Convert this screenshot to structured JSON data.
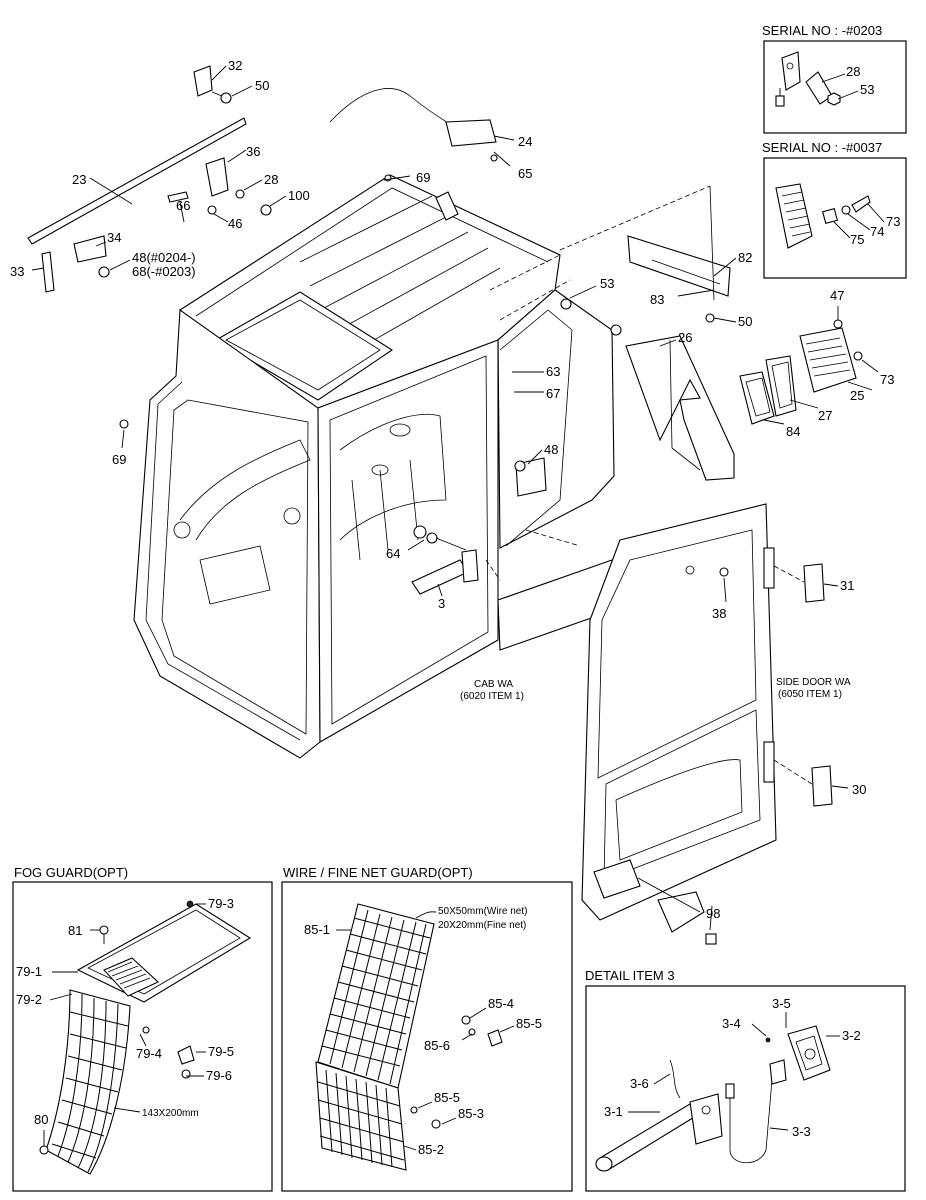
{
  "inset_serial_1": {
    "title": "SERIAL NO : -#0203",
    "parts": [
      "28",
      "53"
    ]
  },
  "inset_serial_2": {
    "title": "SERIAL NO : -#0037",
    "parts": [
      "73",
      "74",
      "75"
    ]
  },
  "main": {
    "parts": {
      "p32": "32",
      "p50a": "50",
      "p24": "24",
      "p65": "65",
      "p23": "23",
      "p36": "36",
      "p69a": "69",
      "p28": "28",
      "p100": "100",
      "p66": "66",
      "p46": "46",
      "p34": "34",
      "p48a": "48(#0204-)",
      "p68": "68(-#0203)",
      "p33": "33",
      "p82": "82",
      "p53": "53",
      "p83": "83",
      "p50b": "50",
      "p47": "47",
      "p26": "26",
      "p63": "63",
      "p67": "67",
      "p73": "73",
      "p25": "25",
      "p27": "27",
      "p84": "84",
      "p69b": "69",
      "p48b": "48",
      "p64": "64",
      "p3": "3",
      "p31": "31",
      "p38": "38",
      "p30": "30",
      "p98": "98"
    },
    "cab_label": [
      "CAB WA",
      "(6020 ITEM 1)"
    ],
    "door_label": [
      "SIDE DOOR WA",
      "(6050 ITEM 1)"
    ]
  },
  "fog_guard": {
    "title": "FOG GUARD(OPT)",
    "parts": {
      "p79_3": "79-3",
      "p81": "81",
      "p79_1": "79-1",
      "p79_2": "79-2",
      "p79_4": "79-4",
      "p79_5": "79-5",
      "p79_6": "79-6",
      "p80": "80"
    },
    "dimension": "143X200mm"
  },
  "wire_guard": {
    "title": "WIRE / FINE NET GUARD(OPT)",
    "parts": {
      "p85_1": "85-1",
      "p85_4": "85-4",
      "p85_5a": "85-5",
      "p85_6": "85-6",
      "p85_5b": "85-5",
      "p85_3": "85-3",
      "p85_2": "85-2"
    },
    "note_wire": "50X50mm(Wire net)",
    "note_fine": "20X20mm(Fine net)"
  },
  "detail_3": {
    "title": "DETAIL ITEM 3",
    "parts": {
      "p3_5": "3-5",
      "p3_4": "3-4",
      "p3_2": "3-2",
      "p3_6": "3-6",
      "p3_1": "3-1",
      "p3_3": "3-3"
    }
  }
}
